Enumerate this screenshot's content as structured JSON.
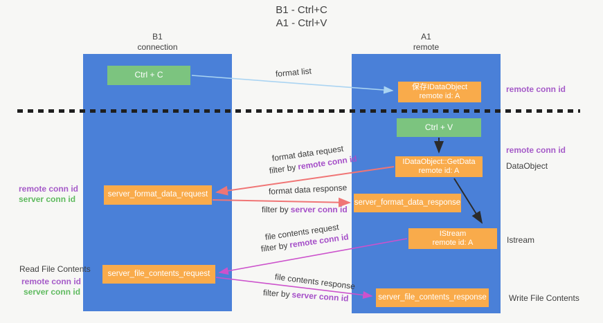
{
  "title": {
    "line1": "B1 - Ctrl+C",
    "line2": "A1 - Ctrl+V"
  },
  "lifelines": {
    "left": {
      "name": "B1",
      "role": "connection"
    },
    "right": {
      "name": "A1",
      "role": "remote"
    }
  },
  "nodes": {
    "ctrl_c": {
      "label": "Ctrl + C"
    },
    "save_idataobject": {
      "line1": "保存IDataObject",
      "line2": "remote id: A"
    },
    "ctrl_v": {
      "label": "Ctrl + V"
    },
    "getdata": {
      "line1": "IDataObject::GetData",
      "line2": "remote id: A"
    },
    "format_request": {
      "label": "server_format_data_request"
    },
    "format_response": {
      "label": "server_format_data_response"
    },
    "istream": {
      "line1": "IStream",
      "line2": "remote id: A"
    },
    "file_request": {
      "label": "server_file_contents_request"
    },
    "file_response": {
      "label": "server_file_contents_response"
    }
  },
  "flows": {
    "format_list": "format list",
    "format_data_request": "format data request",
    "format_data_response": "format data response",
    "file_contents_request": "file contents request",
    "file_contents_response": "file contents response",
    "filter_by": "filter by",
    "remote_conn_id": "remote conn id",
    "server_conn_id": "server conn id"
  },
  "annotations": {
    "remote_conn_id": "remote conn id",
    "server_conn_id": "server conn id",
    "dataobject": "DataObject",
    "istream": "Istream",
    "read_file_contents": "Read File Contents",
    "write_file_contents": "Write File Contents"
  },
  "colors": {
    "lifeline_blue": "#4a80d8",
    "node_orange": "#f9ab4b",
    "node_green": "#7cc47f",
    "arrow_light_blue": "#aad4f2",
    "arrow_red": "#f07575",
    "arrow_magenta": "#cc52cc",
    "arrow_black": "#2b2b2b",
    "label_purple": "#a55bc8",
    "label_green": "#5fba5f"
  }
}
